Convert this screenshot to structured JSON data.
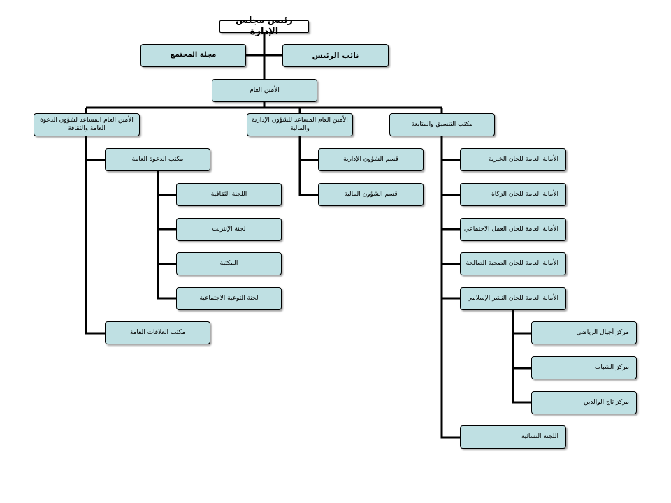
{
  "colors": {
    "box_fill": "#bfe0e3",
    "line": "#000000"
  },
  "nodes": {
    "chairman": "رئيس مجلس الإدارة",
    "vice_chairman": "نائب الرئيس",
    "community_magazine": "مجلة المجتمع",
    "secretary_general": "الأمين العام",
    "asg_dawah": "الأمين العام المساعد لشؤون الدعوة العامة والثقافة",
    "asg_admin": "الأمين العام المساعد للشؤون الإدارية والمالية",
    "coordination_office": "مكتب التنسيق والمتابعة",
    "dawah_office": "مكتب الدعوة العامة",
    "cultural_committee": "اللجنة الثقافية",
    "internet_committee": "لجنة الإنترنت",
    "library": "المكتبة",
    "social_awareness": "لجنة التوعية الاجتماعية",
    "pr_office": "مكتب العلاقات العامة",
    "admin_affairs": "قسم الشؤون الإدارية",
    "financial_affairs": "قسم الشؤون المالية",
    "charity_committees": "الأمانة العامة للجان الخيرية",
    "zakat_committees": "الأمانة العامة للجان الزكاة",
    "social_work": "الأمانة العامة للجان العمل الاجتماعي",
    "righteous_companionship": "الأمانة العامة للجان الصحبة الصالحة",
    "islamic_outreach": "الأمانة العامة للجان النشر الإسلامي",
    "ajyal_center": "مركز أجيال الرياضي",
    "youth_center": "مركز الشباب",
    "taj_center": "مركز تاج الوالدين",
    "women_committee": "اللجنة النسائية"
  }
}
